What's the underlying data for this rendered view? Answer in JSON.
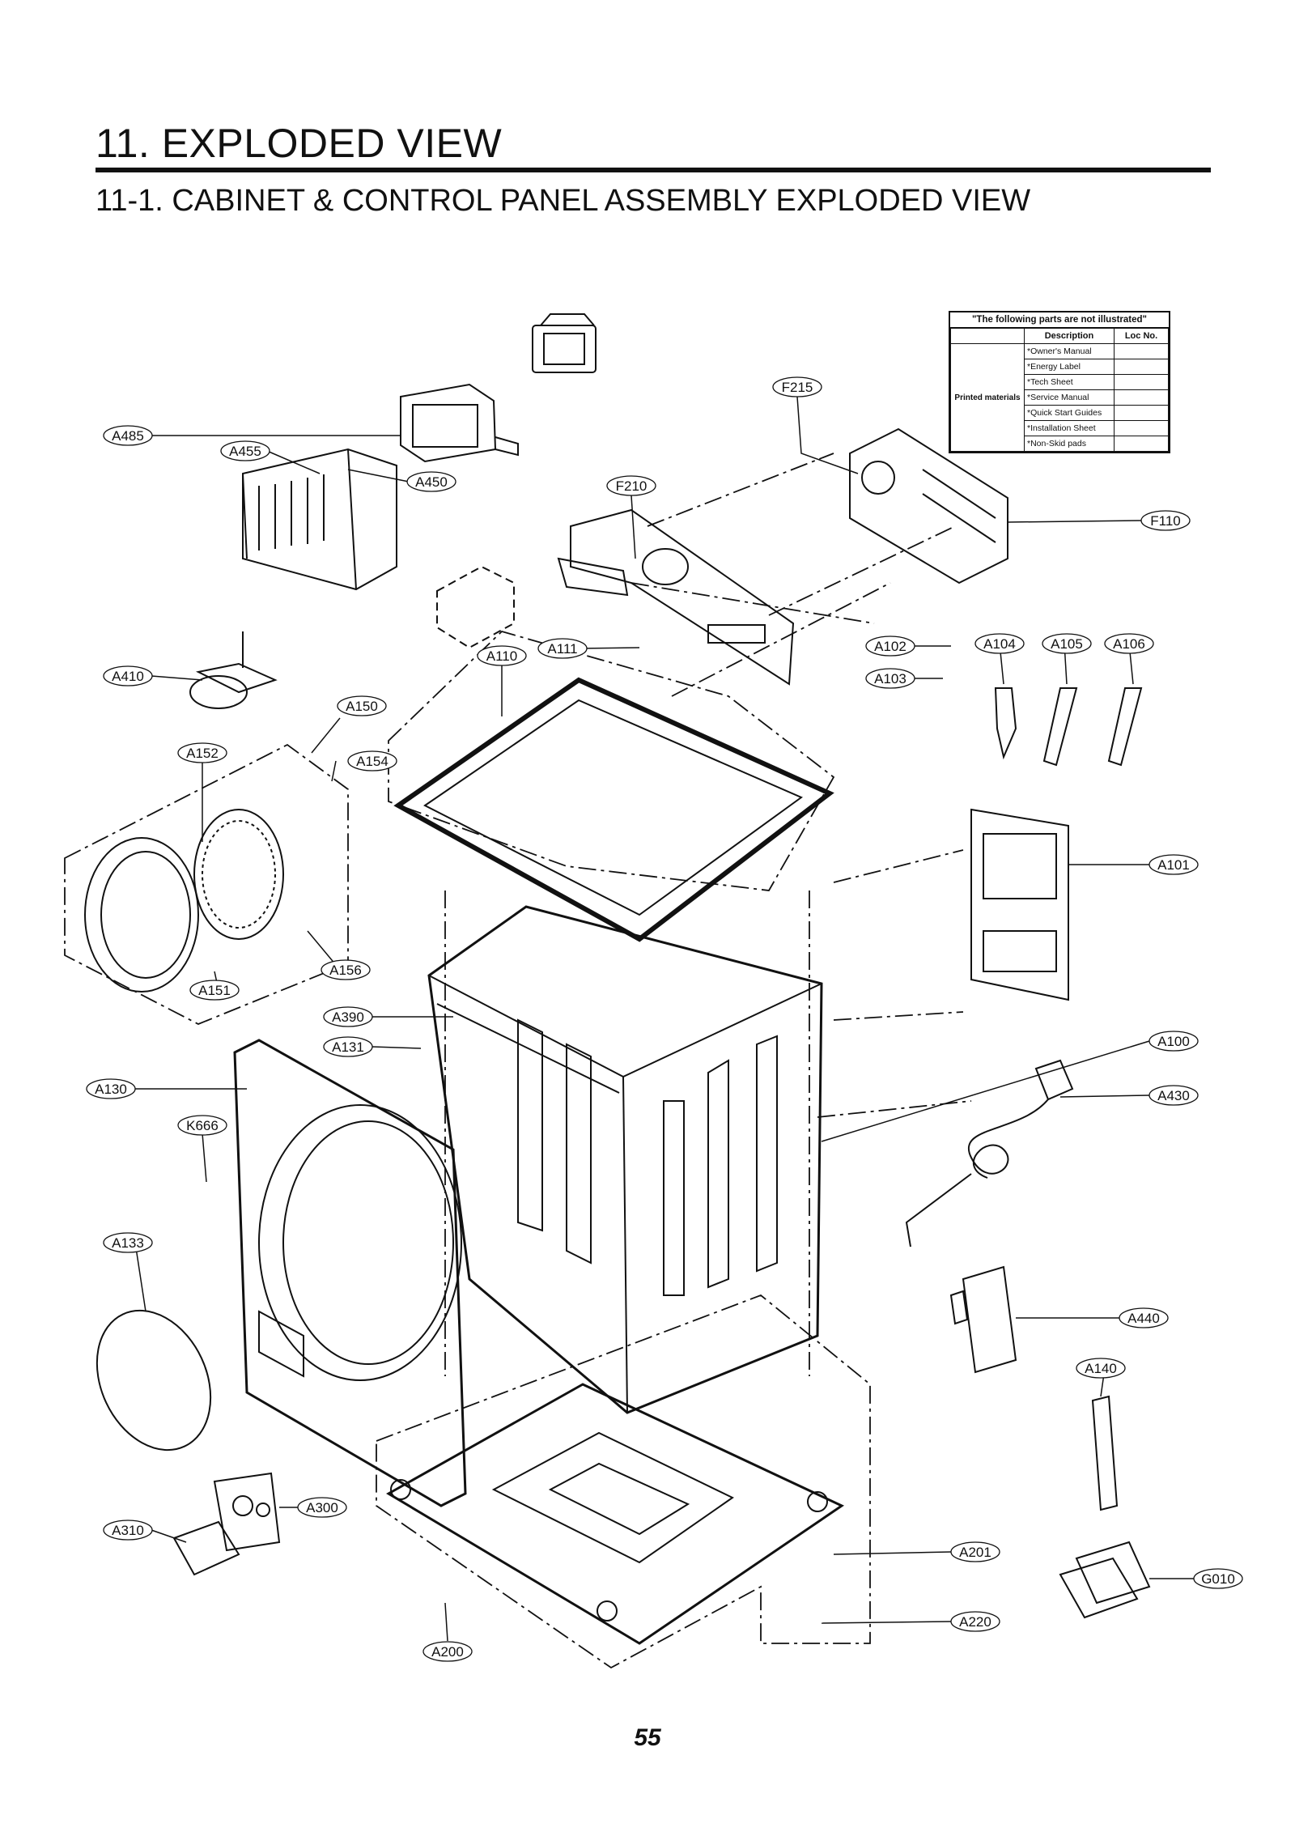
{
  "title": "11. EXPLODED VIEW",
  "subtitle": "11-1. CABINET & CONTROL PANEL ASSEMBLY EXPLODED VIEW",
  "page_number": "55",
  "note_table": {
    "header": "\"The following parts are not illustrated\"",
    "col_description": "Description",
    "col_loc": "Loc No.",
    "group": "Printed materials",
    "rows": [
      "*Owner's Manual",
      "*Energy Label",
      "*Tech Sheet",
      "*Service Manual",
      "*Quick Start Guides",
      "*Installation Sheet",
      "*Non-Skid pads"
    ]
  },
  "callouts": [
    "A485",
    "A455",
    "A450",
    "F215",
    "F210",
    "F110",
    "A410",
    "A110",
    "A111",
    "A102",
    "A104",
    "A105",
    "A106",
    "A103",
    "A150",
    "A152",
    "A154",
    "A101",
    "A156",
    "A151",
    "A390",
    "A131",
    "A100",
    "A130",
    "K666",
    "A430",
    "A133",
    "A440",
    "A140",
    "A300",
    "A310",
    "A201",
    "G010",
    "A220",
    "A200"
  ]
}
